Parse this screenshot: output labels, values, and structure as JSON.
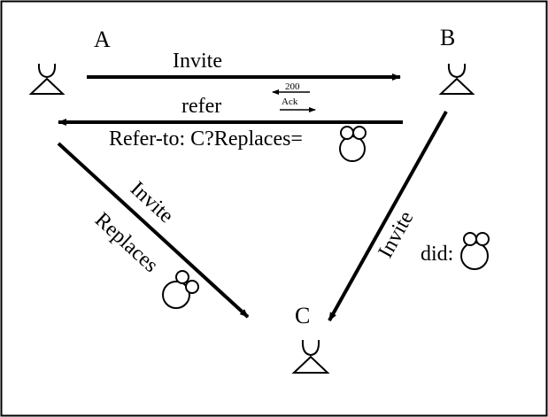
{
  "colors": {
    "stroke": "#000000",
    "background": "#ffffff"
  },
  "nodes": {
    "a": {
      "label": "A",
      "icon": "phone-user-icon"
    },
    "b": {
      "label": "B",
      "icon": "phone-user-icon"
    },
    "c": {
      "label": "C",
      "icon": "phone-user-icon"
    }
  },
  "messages": {
    "invite_ab": "Invite",
    "reply_200": "200",
    "ack": "Ack",
    "refer": "refer",
    "refer_to": "Refer-to: C?Replaces=",
    "invite_ac": "Invite",
    "replaces": "Replaces",
    "invite_bc": "Invite",
    "did": "did:"
  },
  "icons": {
    "dialog_id": "dialog-bubbles-icon"
  }
}
